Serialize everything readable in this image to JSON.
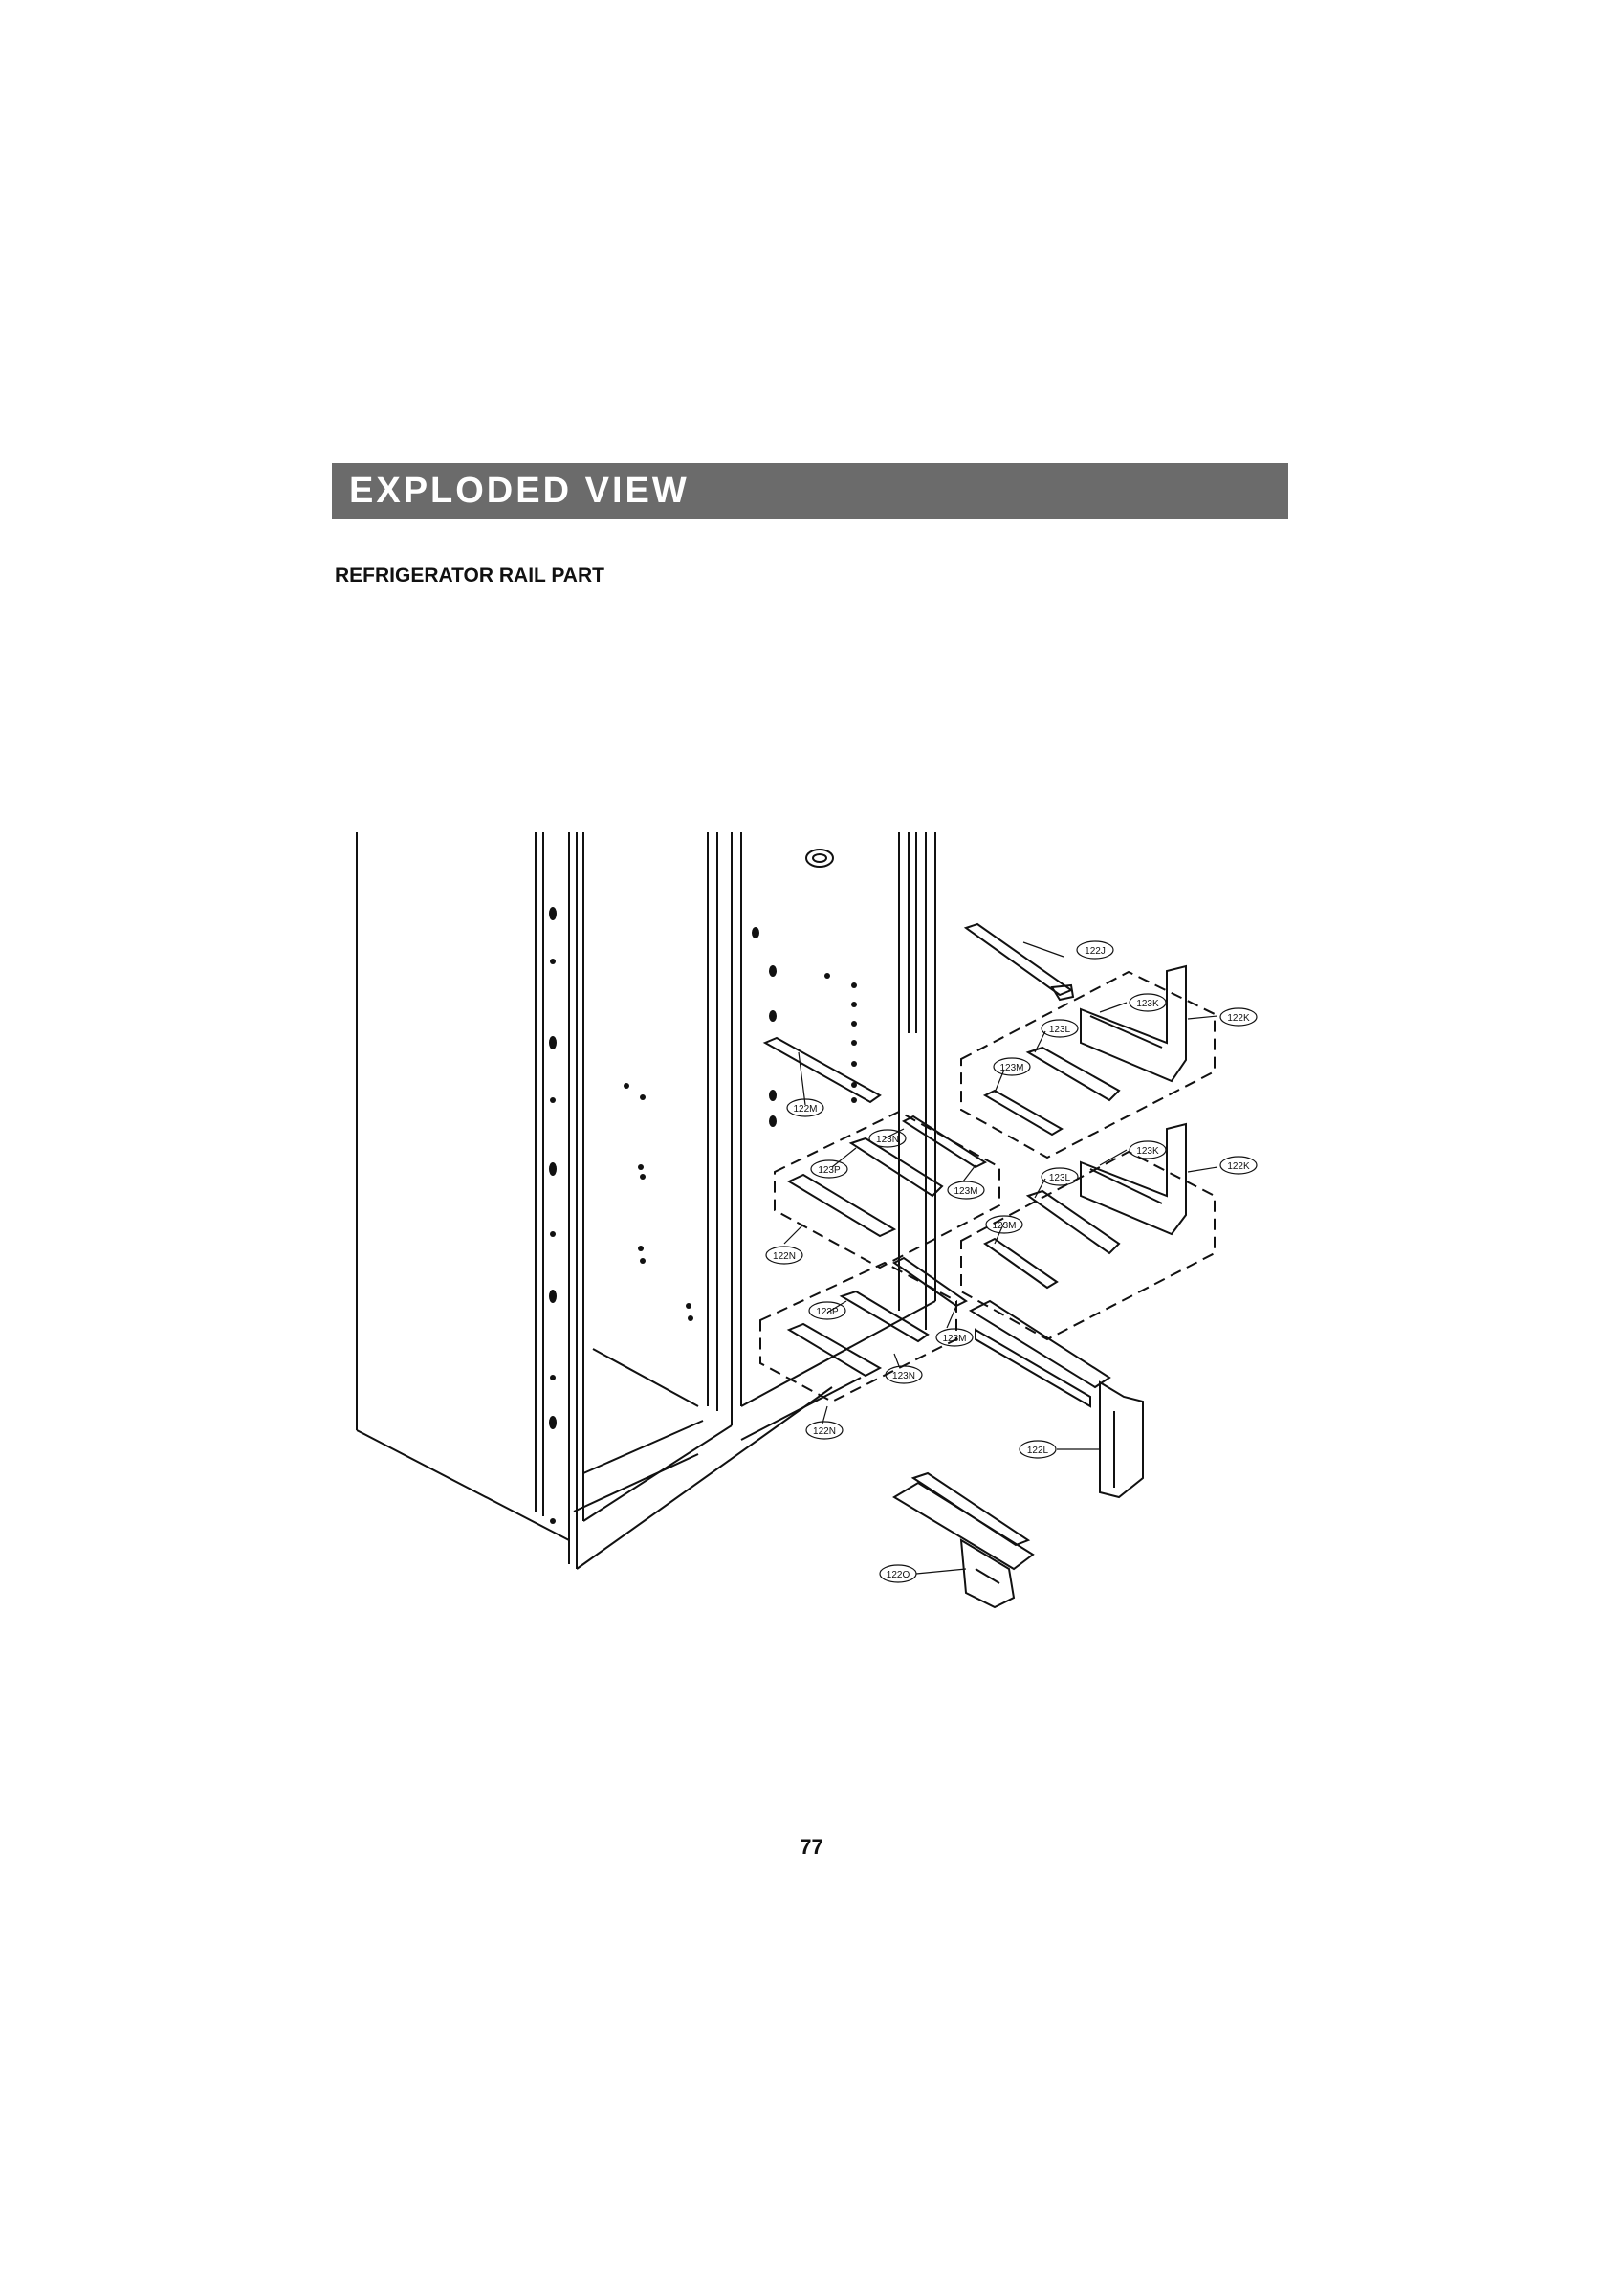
{
  "header": {
    "title": "EXPLODED VIEW"
  },
  "section": {
    "title": "REFRIGERATOR RAIL PART"
  },
  "diagram": {
    "callouts": [
      {
        "id": "c-122J",
        "text": "122J"
      },
      {
        "id": "c-123K-a",
        "text": "123K"
      },
      {
        "id": "c-122K-a",
        "text": "122K"
      },
      {
        "id": "c-123L-a",
        "text": "123L"
      },
      {
        "id": "c-123M-a",
        "text": "123M"
      },
      {
        "id": "c-122M",
        "text": "122M"
      },
      {
        "id": "c-123N-a",
        "text": "123N"
      },
      {
        "id": "c-123P-a",
        "text": "123P"
      },
      {
        "id": "c-123M-b",
        "text": "123M"
      },
      {
        "id": "c-123K-b",
        "text": "123K"
      },
      {
        "id": "c-122K-b",
        "text": "122K"
      },
      {
        "id": "c-123L-b",
        "text": "123L"
      },
      {
        "id": "c-123M-c",
        "text": "123M"
      },
      {
        "id": "c-122N-a",
        "text": "122N"
      },
      {
        "id": "c-123P-b",
        "text": "123P"
      },
      {
        "id": "c-123M-d",
        "text": "123M"
      },
      {
        "id": "c-123N-b",
        "text": "123N"
      },
      {
        "id": "c-122N-b",
        "text": "122N"
      },
      {
        "id": "c-122L",
        "text": "122L"
      },
      {
        "id": "c-122O",
        "text": "122O"
      }
    ]
  },
  "footer": {
    "page_number": "77"
  }
}
